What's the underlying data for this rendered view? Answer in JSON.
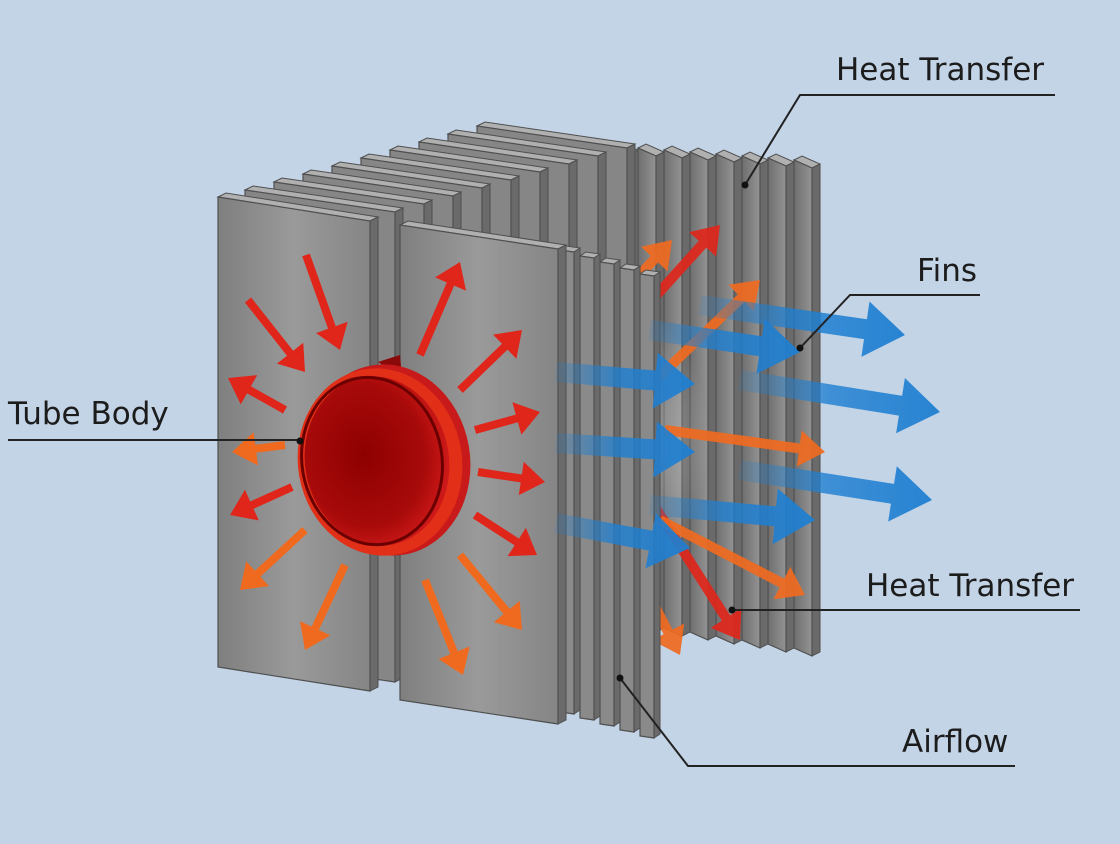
{
  "labels": {
    "heat_transfer_top": "Heat Transfer",
    "fins": "Fins",
    "tube_body": "Tube Body",
    "heat_transfer_bottom": "Heat Transfer",
    "airflow": "Airflow"
  },
  "colors": {
    "background": "#c3d4e7",
    "fin_face": "#8e8e8e",
    "fin_edge": "#5e5e5e",
    "tube": "#b30f0f",
    "heat_arrow_red": "#e0261b",
    "heat_arrow_orange": "#ef6a1f",
    "airflow_arrow": "#1f7fd1",
    "leader_line": "#222222"
  },
  "icons": [
    "heat-arrow",
    "airflow-arrow",
    "tube-body",
    "fin-plate"
  ]
}
